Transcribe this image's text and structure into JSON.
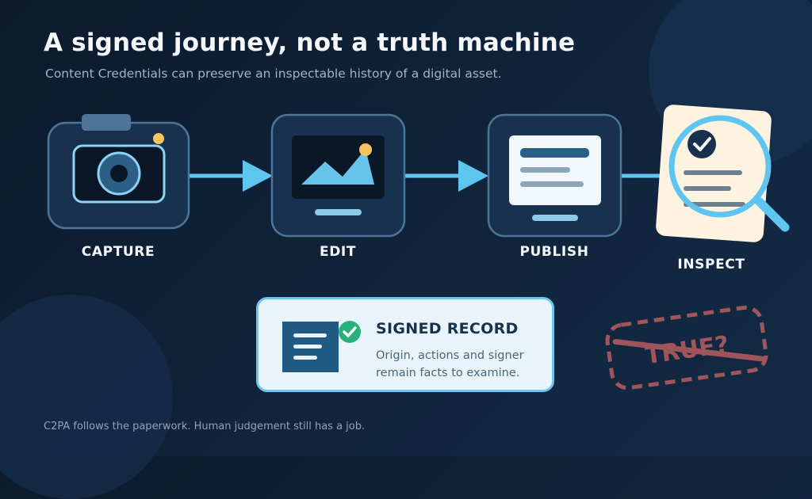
{
  "header": {
    "title": "A signed journey, not a truth machine",
    "subtitle": "Content Credentials can preserve an inspectable history of a digital asset."
  },
  "steps": [
    {
      "label": "CAPTURE",
      "icon": "camera-icon"
    },
    {
      "label": "EDIT",
      "icon": "image-editor-icon"
    },
    {
      "label": "PUBLISH",
      "icon": "document-screen-icon"
    },
    {
      "label": "INSPECT",
      "icon": "magnifier-document-icon"
    }
  ],
  "record": {
    "title": "SIGNED RECORD",
    "description": "Origin, actions and signer remain facts to examine.",
    "icon": "document-check-icon"
  },
  "stamp": {
    "text": "TRUE?",
    "icon": "crossed-out-stamp-icon"
  },
  "footer": "C2PA follows the paperwork. Human judgement still has a job.",
  "colors": {
    "background": "#0f2137",
    "accent": "#5ec4f0",
    "box": "#17314f",
    "box_border": "#4e7598",
    "stamp": "#a0555c",
    "check": "#27b07a",
    "sun": "#f9c55a"
  }
}
